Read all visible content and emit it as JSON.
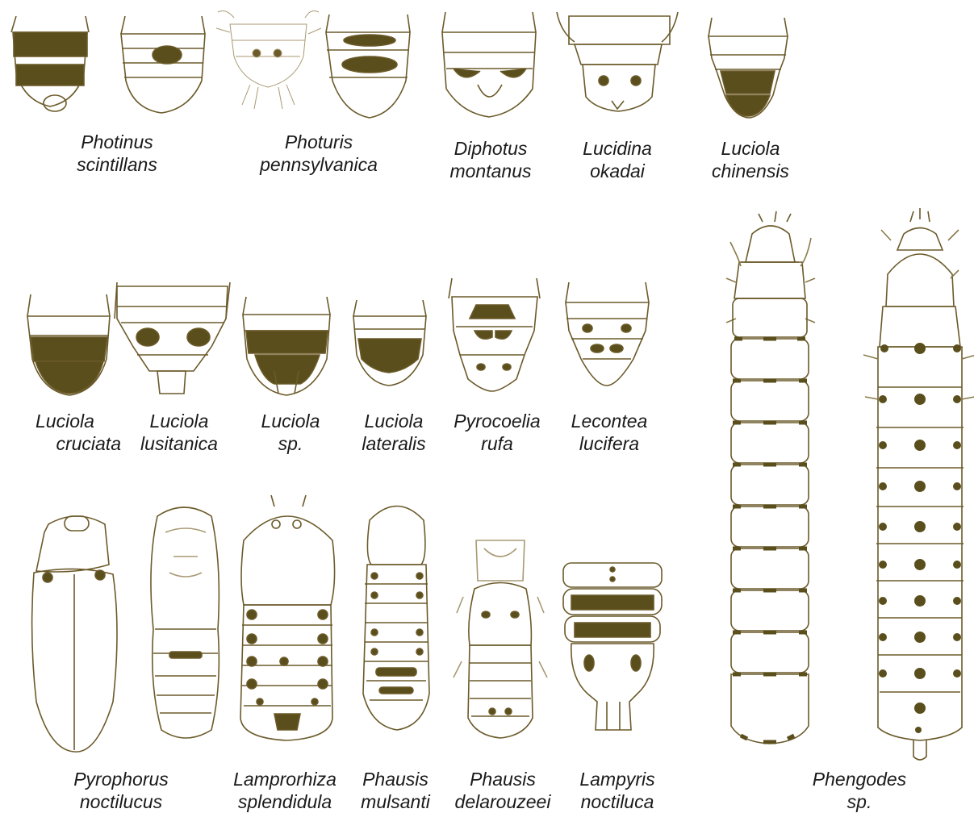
{
  "colors": {
    "outline": "#6b5a2a",
    "organ": "#5a4f1c",
    "background": "#ffffff",
    "label": "#1a1a1a"
  },
  "species": [
    {
      "id": "photinus-scintillans",
      "line1": "Photinus",
      "line2": "scintillans"
    },
    {
      "id": "photuris-pennsylvanica",
      "line1": "Photuris",
      "line2": "pennsylvanica"
    },
    {
      "id": "diphotus-montanus",
      "line1": "Diphotus",
      "line2": "montanus"
    },
    {
      "id": "lucidina-okadai",
      "line1": "Lucidina",
      "line2": "okadai"
    },
    {
      "id": "luciola-chinensis",
      "line1": "Luciola",
      "line2": "chinensis"
    },
    {
      "id": "luciola-cruciata",
      "line1": "Luciola",
      "line2": "cruciata"
    },
    {
      "id": "luciola-lusitanica",
      "line1": "Luciola",
      "line2": "lusitanica"
    },
    {
      "id": "luciola-sp",
      "line1": "Luciola",
      "line2": "sp."
    },
    {
      "id": "luciola-lateralis",
      "line1": "Luciola",
      "line2": "lateralis"
    },
    {
      "id": "pyrocoelia-rufa",
      "line1": "Pyrocoelia",
      "line2": "rufa"
    },
    {
      "id": "lecontea-lucifera",
      "line1": "Lecontea",
      "line2": "lucifera"
    },
    {
      "id": "pyrophorus-noctilucus",
      "line1": "Pyrophorus",
      "line2": "noctilucus"
    },
    {
      "id": "lamprorhiza-splendidula",
      "line1": "Lamprorhiza",
      "line2": "splendidula"
    },
    {
      "id": "phausis-mulsanti",
      "line1": "Phausis",
      "line2": "mulsanti"
    },
    {
      "id": "phausis-delarouzeei",
      "line1": "Phausis",
      "line2": "delarouzeei"
    },
    {
      "id": "lampyris-noctiluca",
      "line1": "Lampyris",
      "line2": "noctiluca"
    },
    {
      "id": "phengodes-sp",
      "line1": "Phengodes",
      "line2": "sp."
    }
  ]
}
